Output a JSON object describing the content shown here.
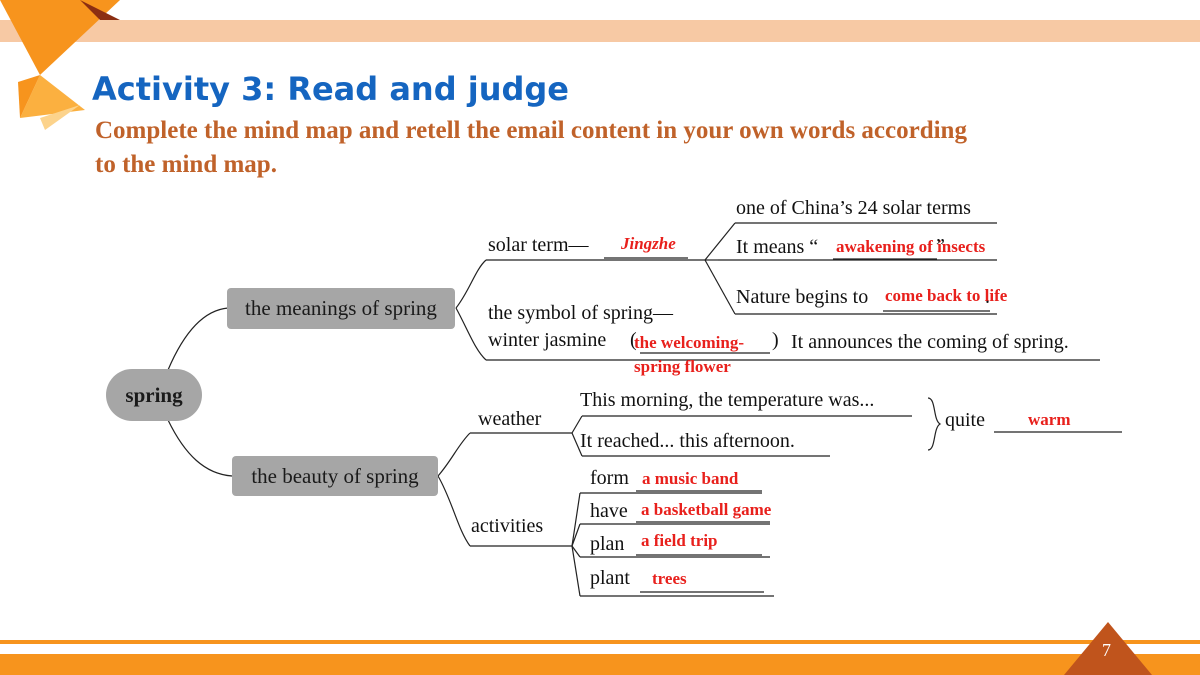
{
  "slide": {
    "title": "Activity 3: Read and judge",
    "subtitle_line1": "Complete the mind map and retell the email content in your own words according",
    "subtitle_line2": "to the mind map.",
    "page_number": "7"
  },
  "mindmap": {
    "root": "spring",
    "branch1": {
      "label": "the meanings of spring",
      "solar_term": "solar term—",
      "solar_term_answer": "Jingzhe",
      "one_of": "one of China’s 24 solar terms",
      "it_means": "It means “",
      "it_means_answer": "awakening of insects",
      "it_means_close": "”",
      "nature": "Nature begins to",
      "nature_answer": "come back to life",
      "nature_end": ".",
      "symbol": "the symbol of spring—",
      "jasmine": "winter jasmine",
      "paren_open": "(",
      "jasmine_answer_1": "the welcoming-",
      "jasmine_answer_2": "spring flower",
      "paren_close": ")",
      "announces": "It announces the coming of spring."
    },
    "branch2": {
      "label": "the beauty of spring",
      "weather": "weather",
      "morning": "This morning, the temperature was...",
      "reached": "It reached... this afternoon.",
      "quite": "quite",
      "quite_answer": "warm",
      "activities": "activities",
      "items": [
        {
          "verb": "form",
          "answer": "a music band"
        },
        {
          "verb": "have",
          "answer": "a basketball game"
        },
        {
          "verb": "plan",
          "answer": "a field trip"
        },
        {
          "verb": "plant",
          "answer": "trees"
        }
      ]
    }
  },
  "colors": {
    "title": "#1565c0",
    "subtitle": "#c0622a",
    "answer": "#e8201c",
    "orange": "#f7941d",
    "node": "#a6a6a6"
  }
}
